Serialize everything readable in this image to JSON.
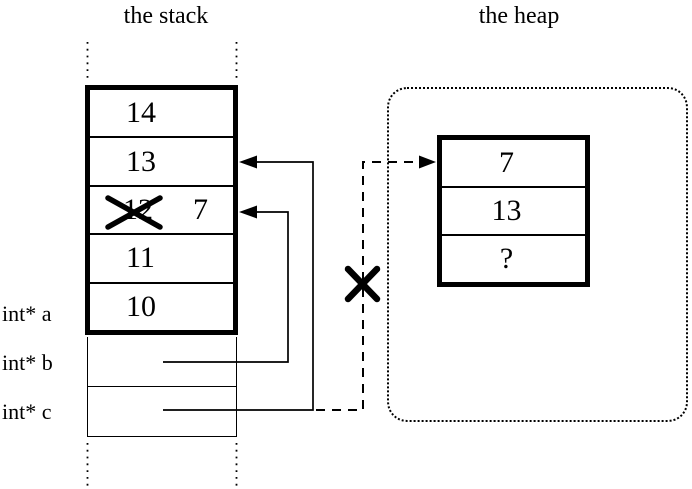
{
  "colors": {
    "ink": "#000000",
    "background": "#ffffff"
  },
  "titles": {
    "stack": "the stack",
    "heap": "the heap"
  },
  "stack": {
    "cells": [
      {
        "value": "14"
      },
      {
        "value": "13"
      },
      {
        "old_value": "12",
        "new_value": "7",
        "crossed_out": true
      },
      {
        "value": "11"
      },
      {
        "value": "10"
      }
    ],
    "pointer_labels": [
      {
        "name": "a",
        "label": "int* a"
      },
      {
        "name": "b",
        "label": "int* b"
      },
      {
        "name": "c",
        "label": "int* c"
      }
    ]
  },
  "heap": {
    "cells": [
      "7",
      "13",
      "?"
    ]
  },
  "marks": {
    "crossed_out_stack_value": "X",
    "invalidated_heap_pointer": "X"
  }
}
